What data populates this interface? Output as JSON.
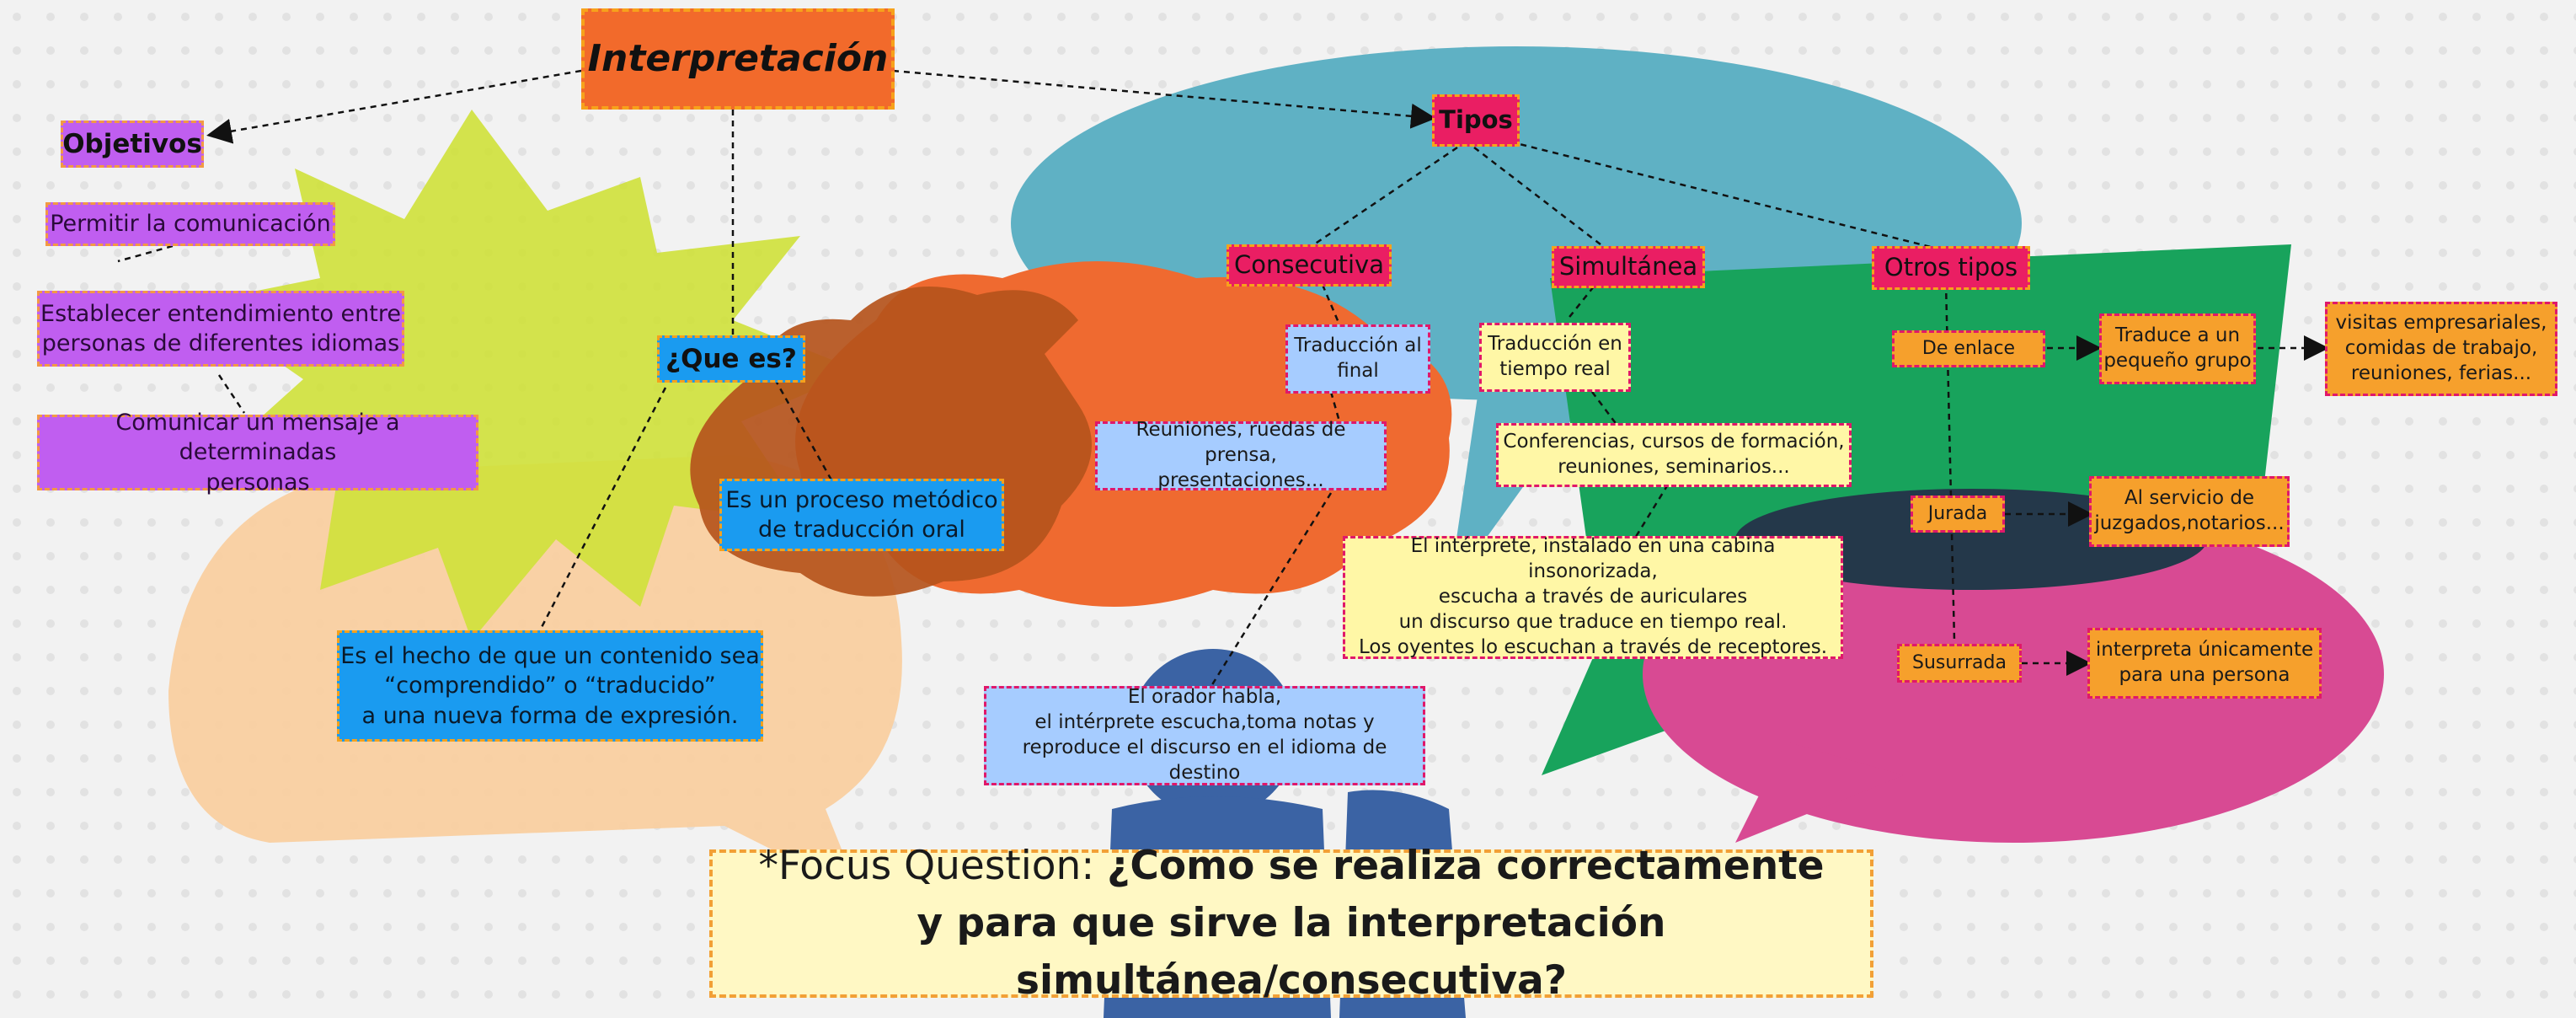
{
  "title": "Interpretación",
  "objetivos": {
    "heading": "Objetivos",
    "items": [
      "Permitir la comunicación",
      "Establecer entendimiento entre\npersonas de diferentes idiomas",
      "Comunicar un mensaje a determinadas\npersonas"
    ]
  },
  "que_es": {
    "heading": "¿Que es?",
    "definition": "Es un proceso metódico\nde traducción oral",
    "detail": "Es el hecho de que un contenido sea\n“comprendido” o “traducido”\na una nueva forma de expresión."
  },
  "tipos": {
    "heading": "Tipos",
    "consecutiva": {
      "label": "Consecutiva",
      "when": "Traducción al\nfinal",
      "uses": "Reuniones, ruedas de prensa,\npresentaciones...",
      "process": "El orador habla,\nel intérprete escucha,toma notas y\nreproduce el discurso en el idioma de destino"
    },
    "simultanea": {
      "label": "Simultánea",
      "when": "Traducción en\ntiempo real",
      "uses": "Conferencias, cursos de formación,\nreuniones, seminarios...",
      "process": "El intérprete, instalado en una cabina insonorizada,\nescucha a través de auriculares\nun discurso que traduce en tiempo real.\nLos oyentes lo escuchan a través de receptores."
    },
    "otros": {
      "label": "Otros tipos",
      "enlace": "De enlace",
      "enlace_desc": "Traduce a un\npequeño grupo",
      "enlace_examples": "visitas empresariales,\ncomidas de trabajo,\nreuniones, ferias...",
      "jurada": "Jurada",
      "jurada_desc": "Al servicio de\njuzgados,notarios...",
      "susurrada": "Susurrada",
      "susurrada_desc": "interpreta únicamente\npara una persona"
    }
  },
  "focus": {
    "prefix": "*Focus Question: ",
    "line1": "¿Como se realiza correctamente",
    "line2": "y para que sirve la interpretación simultánea/consecutiva?"
  },
  "colors": {
    "title_bg": "#f26a2b",
    "header_pink": "#ea1e63",
    "purple": "#c05ef0",
    "blue": "#1a9bf0",
    "light_blue": "#a6ccff",
    "yellow": "#fff7a6",
    "orange": "#f6a02c",
    "focus_bg": "#fff8c4"
  }
}
